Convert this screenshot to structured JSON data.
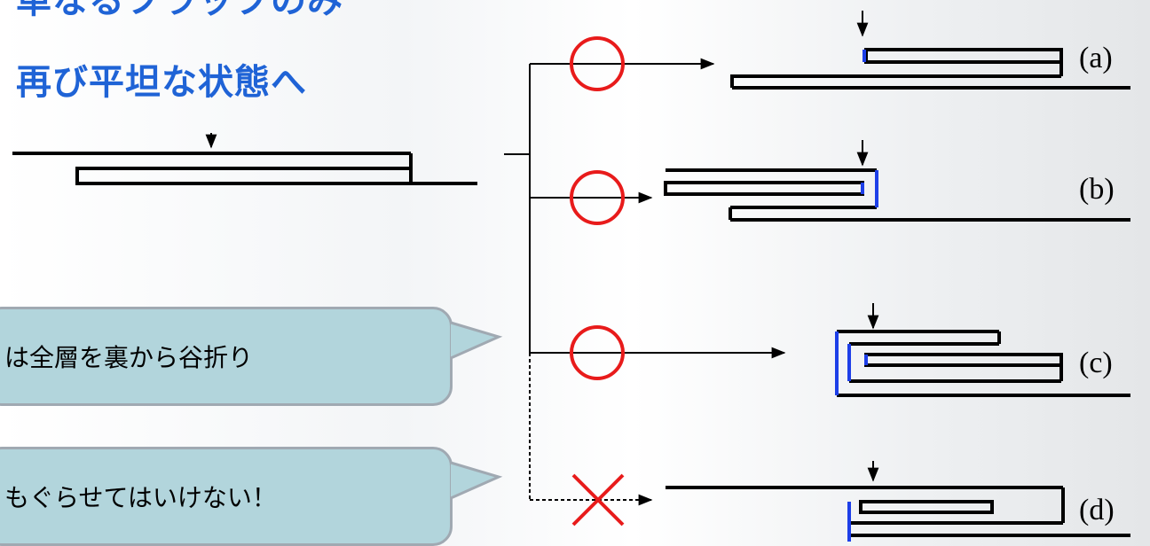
{
  "titles": {
    "line1": "単なるフラップのみ",
    "line2": "再び平坦な状態へ"
  },
  "callouts": {
    "first": "は全層を裏から谷折り",
    "second": "もぐらせてはいけない！"
  },
  "branches": [
    {
      "label": "(a)",
      "mark": "ok"
    },
    {
      "label": "(b)",
      "mark": "ok"
    },
    {
      "label": "(c)",
      "mark": "ok"
    },
    {
      "label": "(d)",
      "mark": "ng"
    }
  ],
  "colors": {
    "title": "#1f63d6",
    "mark": "#e81b1b",
    "fold_highlight": "#1d3fe8",
    "callout_fill": "#b2d5dc"
  }
}
